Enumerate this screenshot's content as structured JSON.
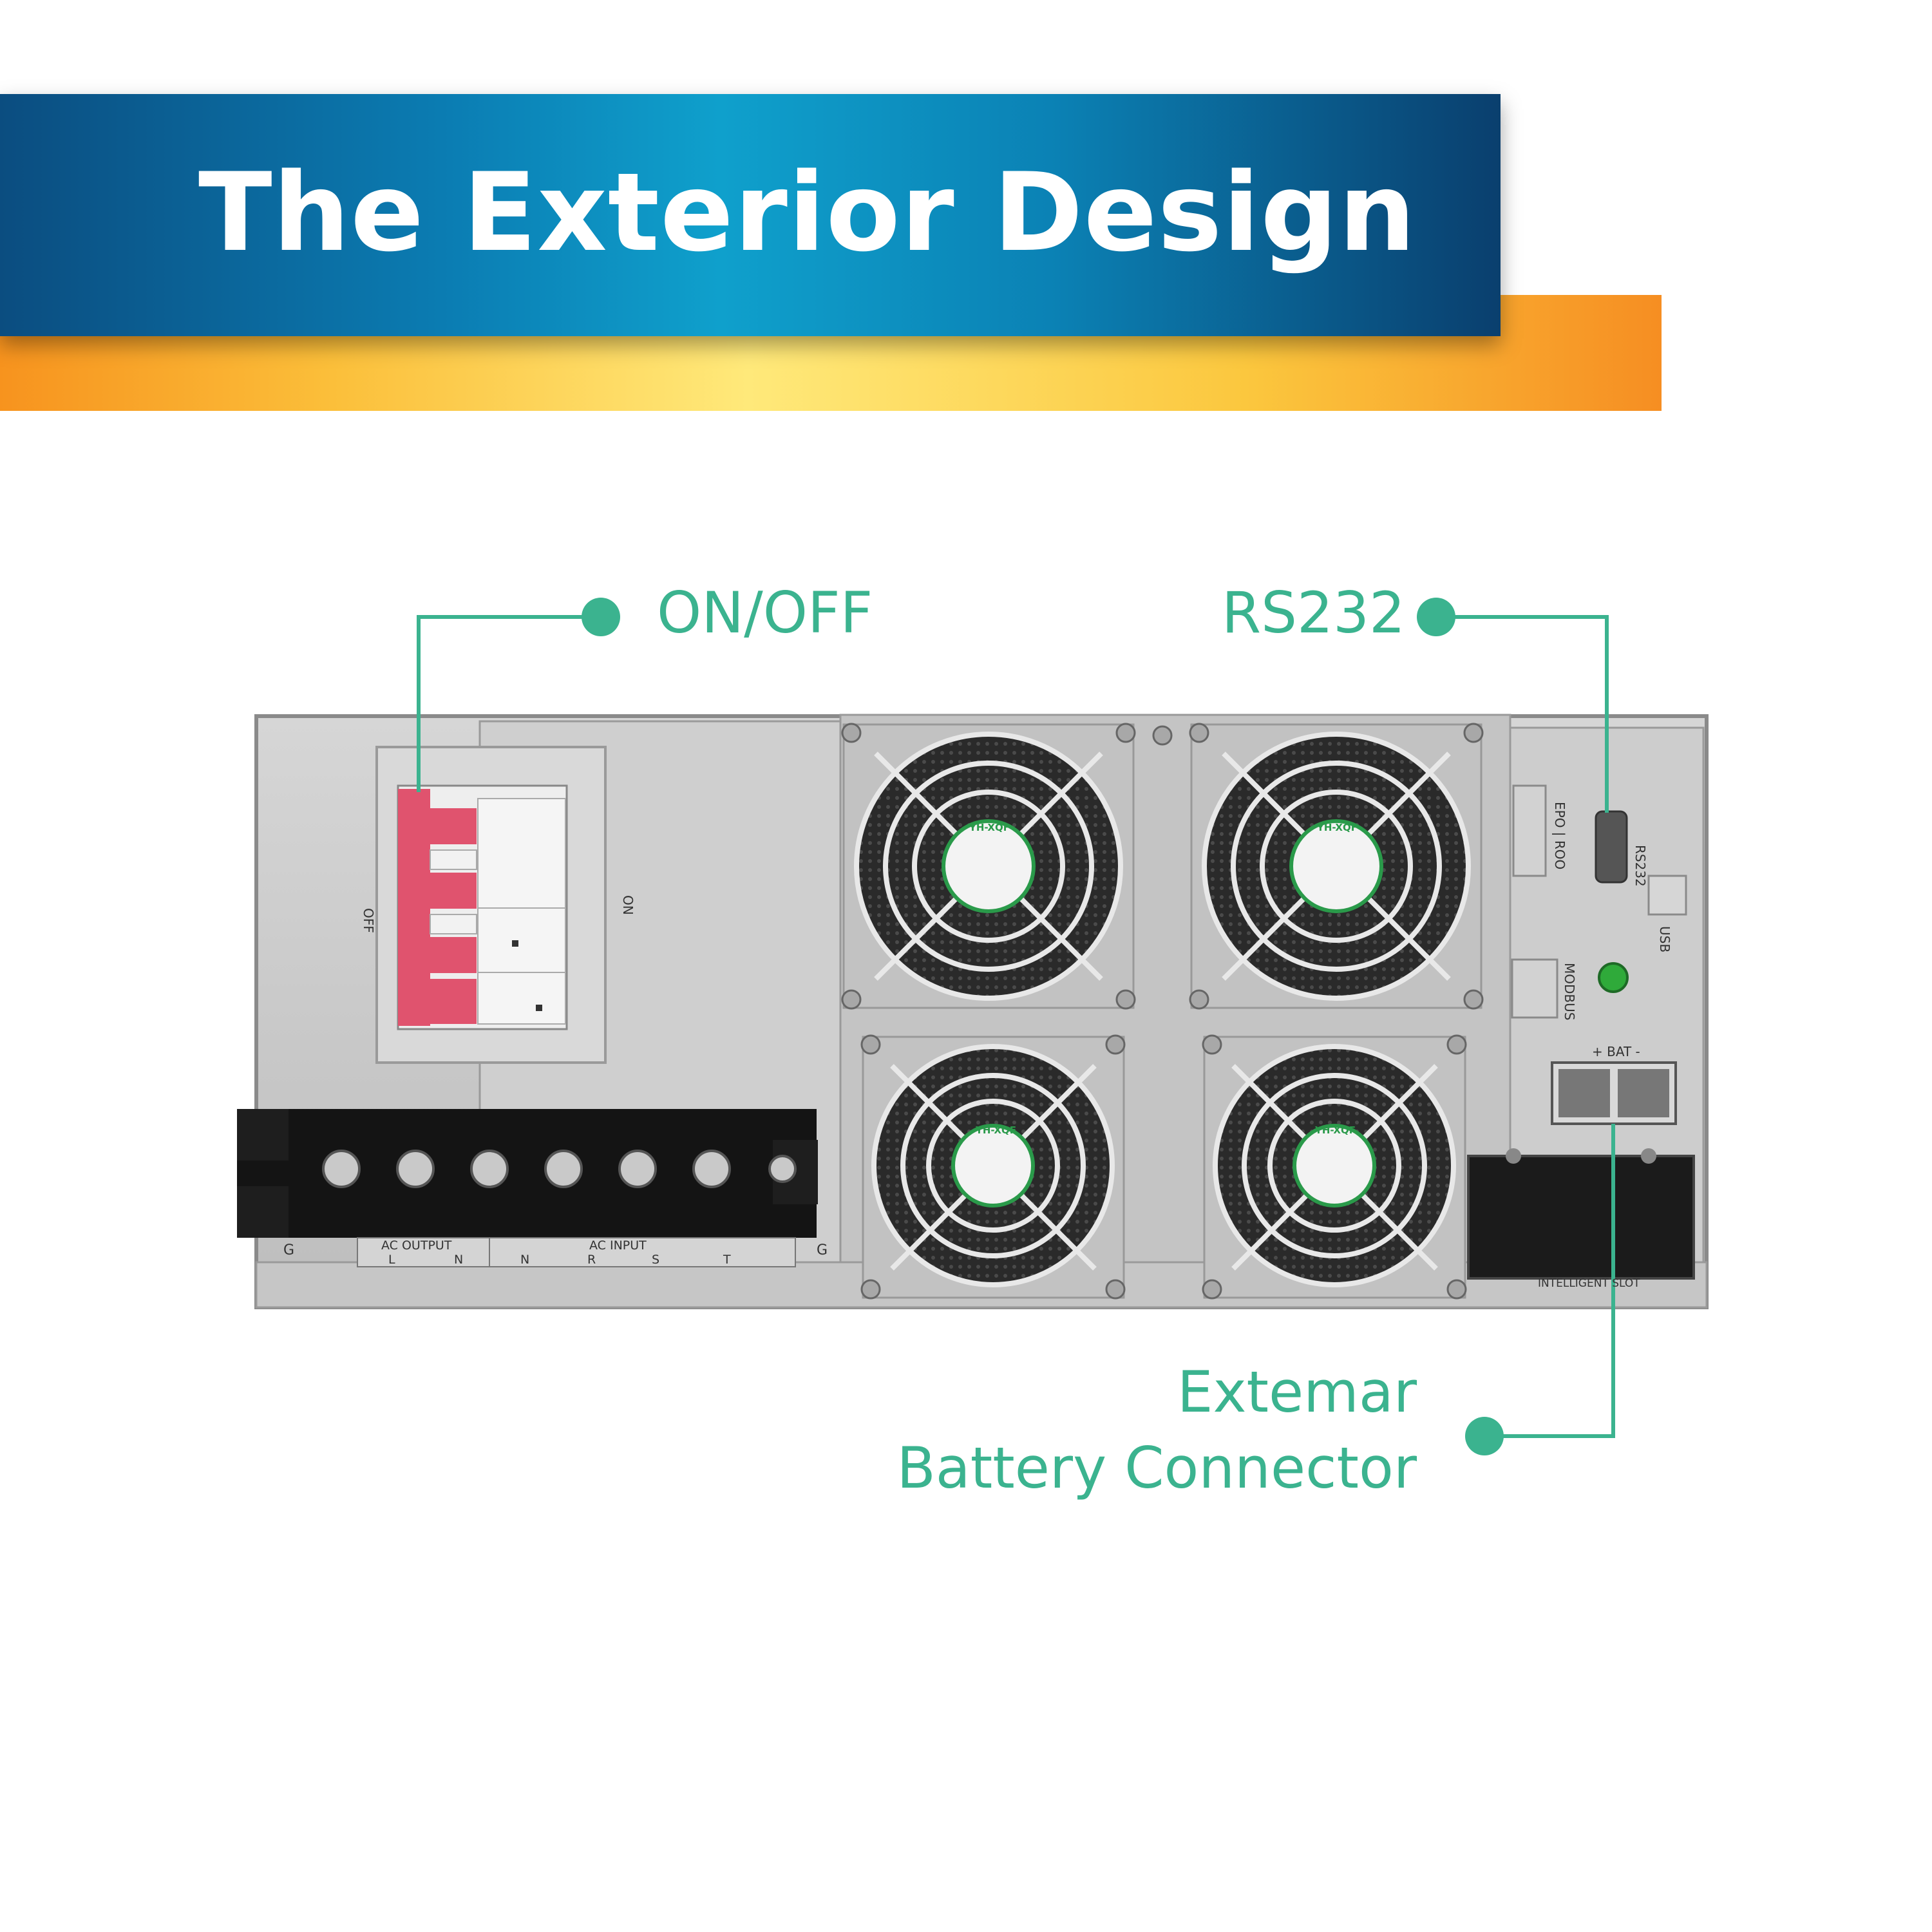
{
  "banner": {
    "title": "The Exterior Design"
  },
  "callouts": {
    "on_off": "ON/OFF",
    "rs232": "RS232",
    "battery_line1": "Extemar",
    "battery_line2": "Battery Connector"
  },
  "panel_labels": {
    "breaker_off": "OFF",
    "breaker_on": "ON",
    "epo_roo": "EPO | ROO",
    "rs232": "RS232",
    "usb": "USB",
    "modbus": "MODBUS",
    "bat": "+ BAT -",
    "ac_output": "AC OUTPUT",
    "ac_input": "AC INPUT",
    "terminals": [
      "L",
      "N",
      "N",
      "R",
      "S",
      "T"
    ],
    "ground": "G",
    "intelligent_slot": "INTELLIGENT SLOT",
    "fan_brand": "YH-XQF"
  },
  "colors": {
    "accent_teal": "#3bb38f",
    "banner_blue": "#0b7db3",
    "banner_orange": "#f7931e",
    "breaker_red": "#e0536e",
    "panel_gray": "#c8c8c8"
  }
}
